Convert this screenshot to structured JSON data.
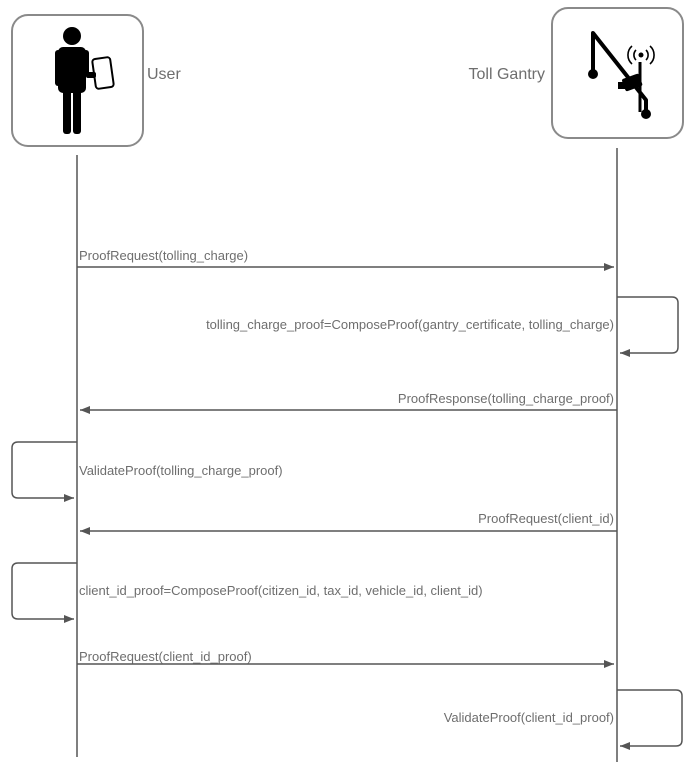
{
  "actors": {
    "user": {
      "name": "User",
      "icon": "person-with-phone-icon"
    },
    "gantry": {
      "name": "Toll Gantry",
      "icon": "toll-gantry-camera-icon"
    }
  },
  "messages": [
    {
      "label": "ProofRequest(tolling_charge)"
    },
    {
      "label": "tolling_charge_proof=ComposeProof(gantry_certificate, tolling_charge)"
    },
    {
      "label": "ProofResponse(tolling_charge_proof)"
    },
    {
      "label": "ValidateProof(tolling_charge_proof)"
    },
    {
      "label": "ProofRequest(client_id)"
    },
    {
      "label": "client_id_proof=ComposeProof(citizen_id, tax_id, vehicle_id, client_id)"
    },
    {
      "label": "ProofRequest(client_id_proof)"
    },
    {
      "label": "ValidateProof(client_id_proof)"
    }
  ],
  "colors": {
    "line": "#555555",
    "box": "#8a8a8a",
    "text": "#6e6e6e",
    "icon": "#000000"
  }
}
